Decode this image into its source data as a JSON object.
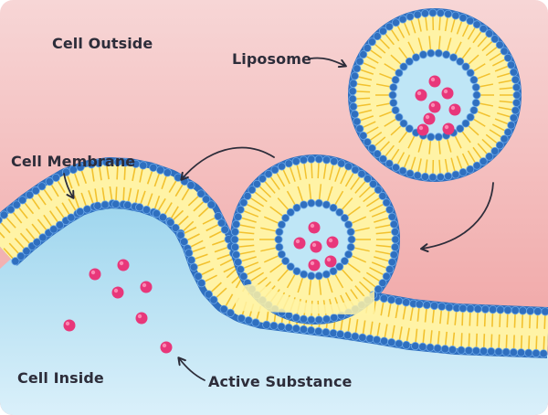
{
  "labels": {
    "cell_outside": "Cell Outside",
    "liposome": "Liposome",
    "cell_membrane": "Cell Membrane",
    "cell_inside": "Cell Inside",
    "active_substance": "Active Substance"
  },
  "colors": {
    "outside_top": "#f7d6d6",
    "outside_bottom": "#ef9c9c",
    "inside_top": "#9fd6ee",
    "inside_bottom": "#daf0fa",
    "lipid_tail": "#f2c12e",
    "lipid_band": "#fff3a6",
    "head": "#2f6fbf",
    "head_light": "#6aa7e8",
    "vesicle_core": "#bfe6f6",
    "particle": "#e8377a",
    "arrow": "#2d2d3a",
    "text": "#2d2d3a"
  },
  "icons": [
    "curved-arrow-icon",
    "pointer-arrow-icon"
  ]
}
